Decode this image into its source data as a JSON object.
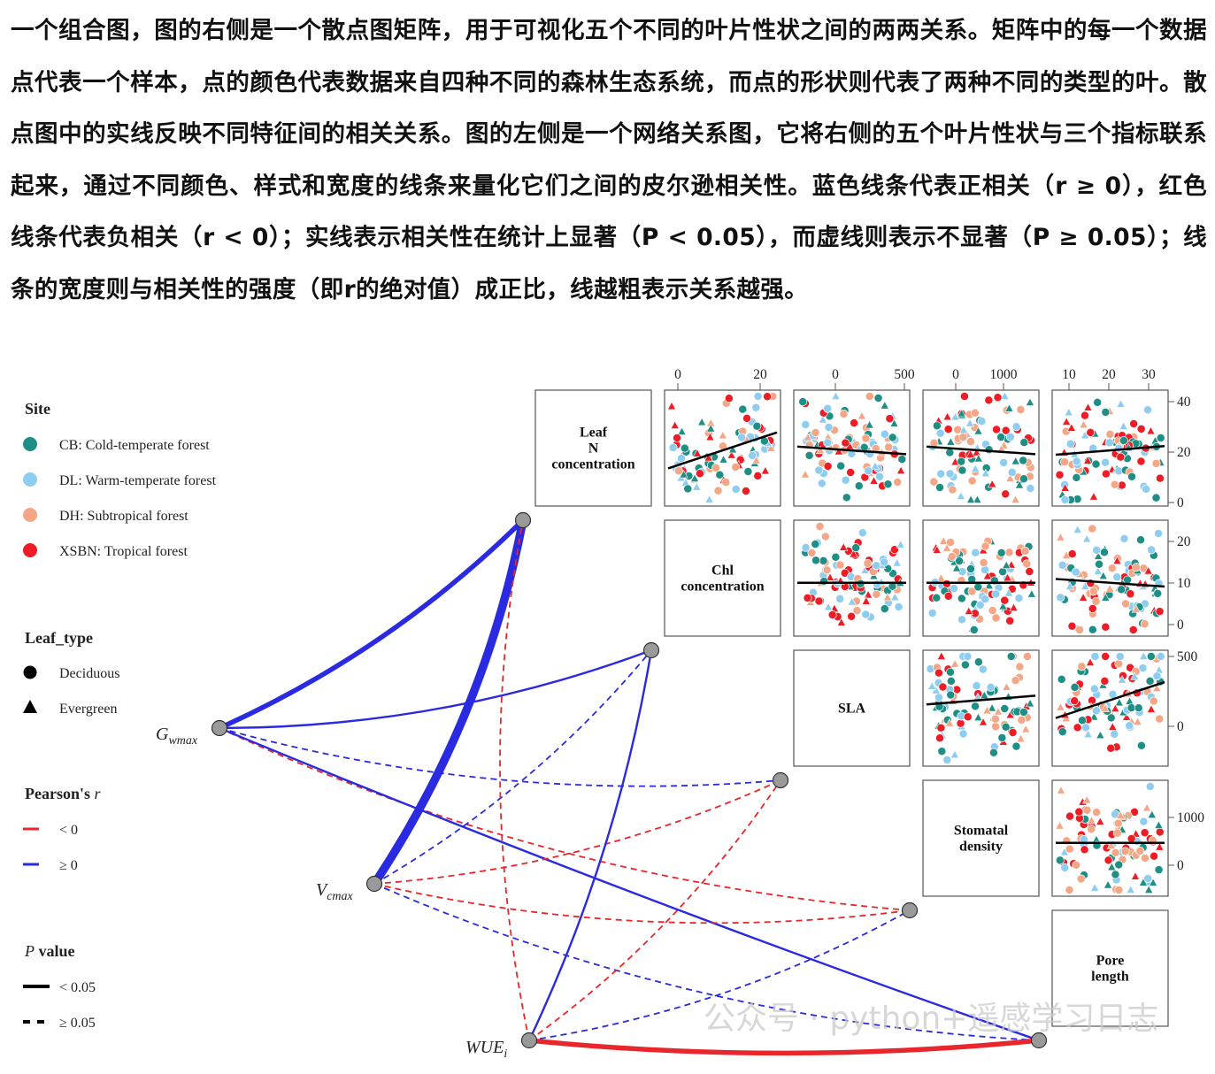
{
  "intro_text": "一个组合图，图的右侧是一个散点图矩阵，用于可视化五个不同的叶片性状之间的两两关系。矩阵中的每一个数据点代表一个样本，点的颜色代表数据来自四种不同的森林生态系统，而点的形状则代表了两种不同的类型的叶。散点图中的实线反映不同特征间的相关关系。图的左侧是一个网络关系图，它将右侧的五个叶片性状与三个指标联系起来，通过不同颜色、样式和宽度的线条来量化它们之间的皮尔逊相关性。蓝色线条代表正相关（r ≥ 0），红色线条代表负相关（r < 0）；实线表示相关性在统计上显著（P < 0.05），而虚线则表示不显著（P ≥ 0.05）；线条的宽度则与相关性的强度（即r的绝对值）成正比，线越粗表示关系越强。",
  "watermark": "公众号 · python+遥感学习日志",
  "colors": {
    "positive": "#2a2ae0",
    "negative": "#e8262b",
    "fit_line": "#000000",
    "node_fill": "#9a9a9a"
  },
  "legend": {
    "site_title": "Site",
    "sites": [
      {
        "code": "CB",
        "label": "CB: Cold-temperate forest",
        "color": "#1f8f86"
      },
      {
        "code": "DL",
        "label": "DL: Warm-temperate forest",
        "color": "#8ecdf0"
      },
      {
        "code": "DH",
        "label": "DH: Subtropical forest",
        "color": "#f4a786"
      },
      {
        "code": "XSBN",
        "label": "XSBN: Tropical forest",
        "color": "#ee1c24"
      }
    ],
    "leaf_type_title": "Leaf_type",
    "leaf_types": [
      {
        "label": "Deciduous",
        "shape": "circle"
      },
      {
        "label": "Evergreen",
        "shape": "triangle"
      }
    ],
    "pearson_title": "Pearson's ",
    "pearson_italic": "r",
    "pearson_items": [
      {
        "label": "< 0",
        "color": "negative"
      },
      {
        "label": "≥ 0",
        "color": "positive"
      }
    ],
    "p_title_italic": "P",
    "p_title": " value",
    "p_items": [
      {
        "label": "< 0.05",
        "style": "solid"
      },
      {
        "label": "≥ 0.05",
        "style": "dashed"
      }
    ]
  },
  "chart_data": {
    "type": "scatter",
    "variables": [
      "Leaf N concentration",
      "Chl concentration",
      "SLA",
      "Stomatal density",
      "Pore length"
    ],
    "diagonal_labels": [
      [
        "Leaf",
        "N",
        "concentration"
      ],
      [
        "Chl",
        "concentration"
      ],
      [
        "SLA"
      ],
      [
        "Stomatal",
        "density"
      ],
      [
        "Pore",
        "length"
      ]
    ],
    "top_axis_ticks": [
      {
        "column": 1,
        "ticks": [
          "0",
          "20"
        ]
      },
      {
        "column": 2,
        "ticks": [
          "0",
          "500"
        ]
      },
      {
        "column": 3,
        "ticks": [
          "0",
          "1000"
        ]
      },
      {
        "column": 4,
        "ticks": [
          "10",
          "20",
          "30"
        ]
      }
    ],
    "right_axis_ticks": [
      {
        "row": 0,
        "ticks": [
          "40",
          "20",
          "0"
        ]
      },
      {
        "row": 1,
        "ticks": [
          "20",
          "10",
          "0"
        ]
      },
      {
        "row": 2,
        "ticks": [
          "500",
          "0"
        ]
      },
      {
        "row": 3,
        "ticks": [
          "1000",
          "0"
        ]
      }
    ],
    "panels": [
      {
        "x": "Chl concentration",
        "y": "Leaf N concentration",
        "fit_trend": "positive"
      },
      {
        "x": "SLA",
        "y": "Leaf N concentration",
        "fit_trend": "slightly negative"
      },
      {
        "x": "Stomatal density",
        "y": "Leaf N concentration",
        "fit_trend": "slightly negative"
      },
      {
        "x": "Pore length",
        "y": "Leaf N concentration",
        "fit_trend": "slightly positive"
      },
      {
        "x": "SLA",
        "y": "Chl concentration",
        "fit_trend": "flat"
      },
      {
        "x": "Stomatal density",
        "y": "Chl concentration",
        "fit_trend": "flat"
      },
      {
        "x": "Pore length",
        "y": "Chl concentration",
        "fit_trend": "slightly negative"
      },
      {
        "x": "Stomatal density",
        "y": "SLA",
        "fit_trend": "slightly positive"
      },
      {
        "x": "Pore length",
        "y": "SLA",
        "fit_trend": "positive"
      },
      {
        "x": "Pore length",
        "y": "Stomatal density",
        "fit_trend": "flat"
      }
    ],
    "network": {
      "indicators": [
        {
          "id": "Gwmax",
          "base": "G",
          "sub": "wmax"
        },
        {
          "id": "Vcmax",
          "base": "V",
          "sub": "cmax"
        },
        {
          "id": "WUEi",
          "base": "WUE",
          "sub": "i"
        }
      ],
      "links": [
        {
          "from": "Gwmax",
          "to": "Leaf N concentration",
          "sign": "positive",
          "significant": true,
          "strength": "medium"
        },
        {
          "from": "Gwmax",
          "to": "Chl concentration",
          "sign": "positive",
          "significant": true,
          "strength": "weak"
        },
        {
          "from": "Gwmax",
          "to": "SLA",
          "sign": "positive",
          "significant": false,
          "strength": "weak"
        },
        {
          "from": "Gwmax",
          "to": "Stomatal density",
          "sign": "negative",
          "significant": false,
          "strength": "weak"
        },
        {
          "from": "Gwmax",
          "to": "Pore length",
          "sign": "positive",
          "significant": true,
          "strength": "weak"
        },
        {
          "from": "Vcmax",
          "to": "Leaf N concentration",
          "sign": "positive",
          "significant": true,
          "strength": "strong"
        },
        {
          "from": "Vcmax",
          "to": "Chl concentration",
          "sign": "positive",
          "significant": false,
          "strength": "weak"
        },
        {
          "from": "Vcmax",
          "to": "SLA",
          "sign": "negative",
          "significant": false,
          "strength": "weak"
        },
        {
          "from": "Vcmax",
          "to": "Stomatal density",
          "sign": "negative",
          "significant": false,
          "strength": "weak"
        },
        {
          "from": "Vcmax",
          "to": "Pore length",
          "sign": "positive",
          "significant": false,
          "strength": "weak"
        },
        {
          "from": "WUEi",
          "to": "Leaf N concentration",
          "sign": "negative",
          "significant": false,
          "strength": "weak"
        },
        {
          "from": "WUEi",
          "to": "Chl concentration",
          "sign": "positive",
          "significant": true,
          "strength": "weak"
        },
        {
          "from": "WUEi",
          "to": "SLA",
          "sign": "negative",
          "significant": false,
          "strength": "weak"
        },
        {
          "from": "WUEi",
          "to": "Stomatal density",
          "sign": "positive",
          "significant": false,
          "strength": "weak"
        },
        {
          "from": "WUEi",
          "to": "Pore length",
          "sign": "negative",
          "significant": true,
          "strength": "medium"
        }
      ]
    }
  }
}
